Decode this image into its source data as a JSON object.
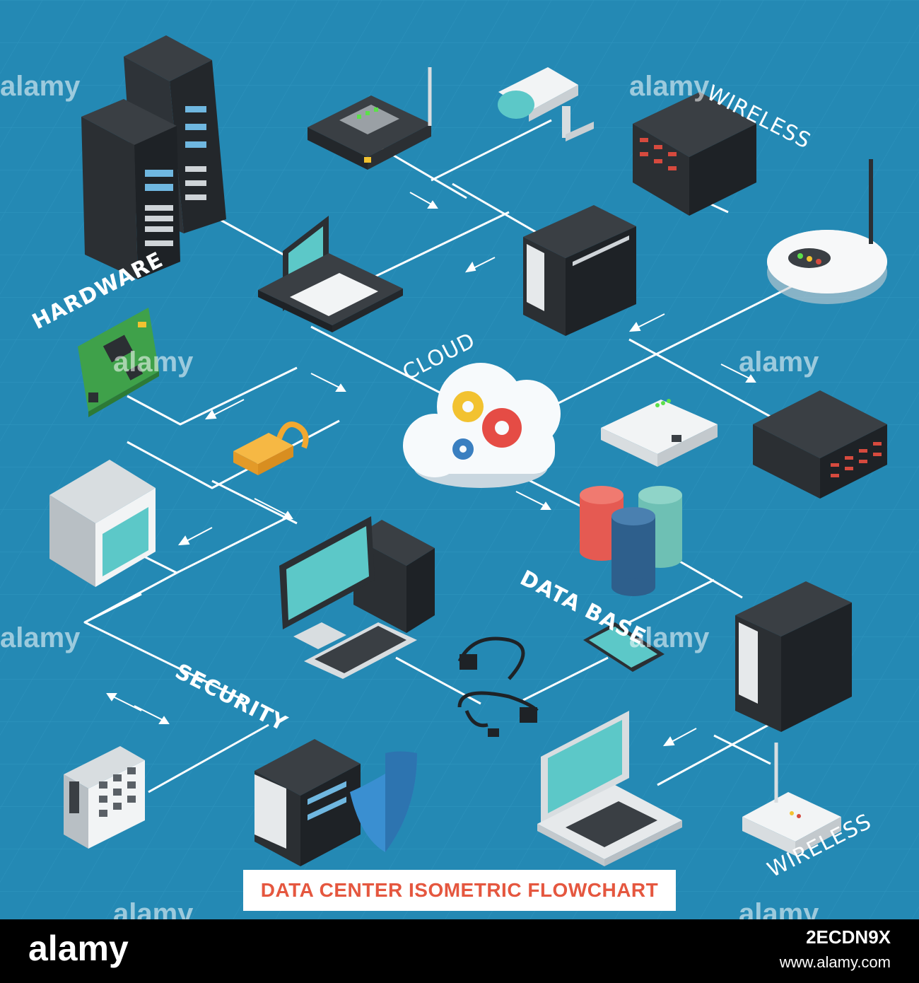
{
  "title": "DATA CENTER ISOMETRIC FLOWCHART",
  "labels": {
    "hardware": "HARDWARE",
    "wireless_top": "WIRELESS",
    "cloud": "CLOUD",
    "database": "DATA BASE",
    "security": "SECURITY",
    "wireless_bottom": "WIRELESS"
  },
  "watermark": "alamy",
  "stock_bar": {
    "logo": "alamy",
    "image_id": "2ECDN9X",
    "url": "www.alamy.com"
  },
  "colors": {
    "background": "#2489b4",
    "lines": "#ffffff",
    "title_text": "#e5573f",
    "server_dark": "#2b2f33",
    "screen": "#5cc8c8"
  },
  "icons": [
    "server-rack-icon",
    "router-icon",
    "cctv-camera-icon",
    "server-box-icon",
    "wifi-router-icon",
    "laptop-icon",
    "server-cabinet-icon",
    "circuit-board-icon",
    "cloud-gears-icon",
    "network-modem-icon",
    "padlock-icon",
    "crt-monitor-icon",
    "database-icon",
    "desktop-computer-icon",
    "smartphone-icon",
    "usb-cable-icon",
    "keypad-icon",
    "shield-server-icon"
  ]
}
